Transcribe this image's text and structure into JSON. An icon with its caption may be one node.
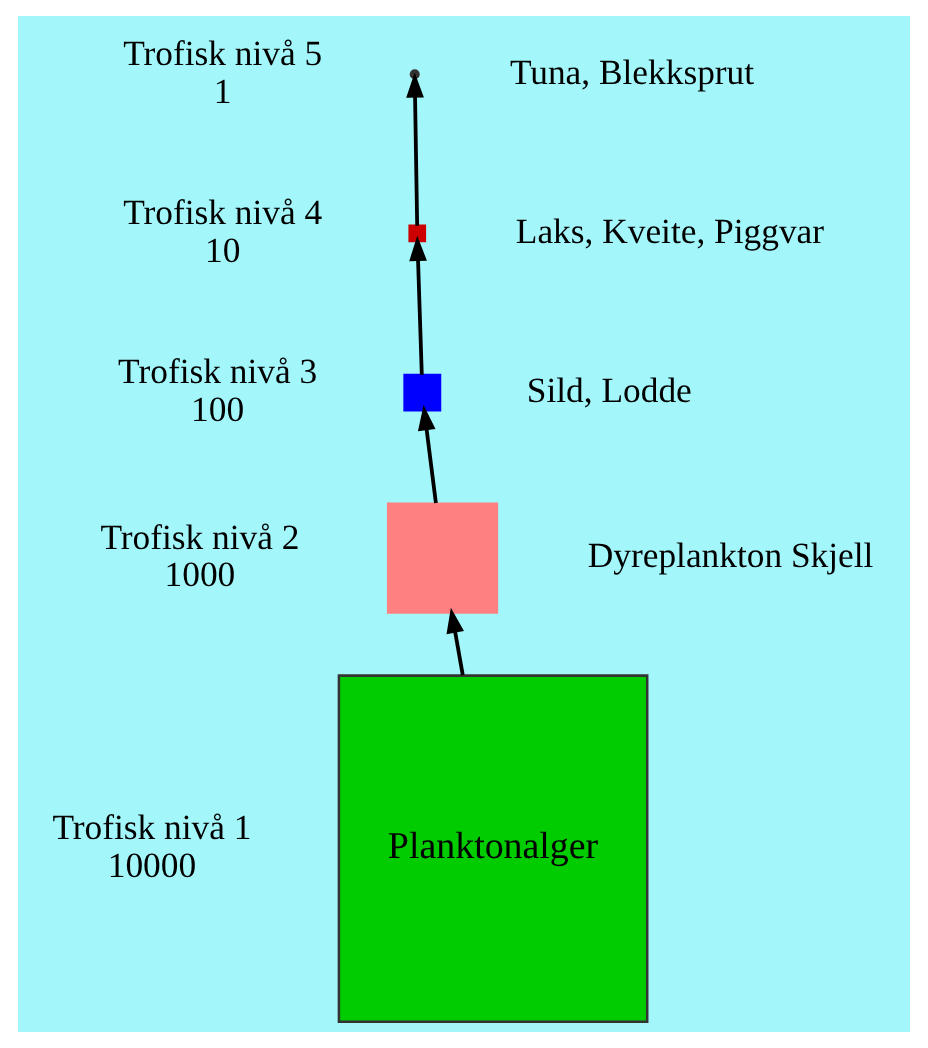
{
  "diagram": {
    "nodes": [
      {
        "text": [],
        "shape": "circle",
        "beside": [
          "Tuna, Blekksprut"
        ]
      },
      {
        "text": [],
        "shape": "box",
        "beside": [
          "Laks, Kveite, Piggvar"
        ]
      },
      {
        "text": [],
        "shape": "box",
        "beside": [
          "Sild, Lodde"
        ]
      },
      {
        "text": [],
        "shape": "box",
        "beside": [
          "Dyreplankton Skjell"
        ]
      },
      {
        "text": [
          "Planktonalger"
        ]
      }
    ],
    "edges": [
      {
        "from": 4,
        "to": 3,
        "arrow": "to"
      },
      {
        "from": 3,
        "to": 2,
        "arrow": "to"
      },
      {
        "from": 2,
        "to": 1,
        "arrow": "to"
      },
      {
        "from": 1,
        "to": 0,
        "arrow": "to"
      }
    ],
    "labels": [
      "Trofisk nivå 5",
      "1",
      "Trofisk nivå 4",
      "10",
      "Trofisk nivå 3",
      "100",
      "Trofisk nivå 2",
      "1000",
      "Trofisk nivå 1",
      "10000"
    ]
  }
}
